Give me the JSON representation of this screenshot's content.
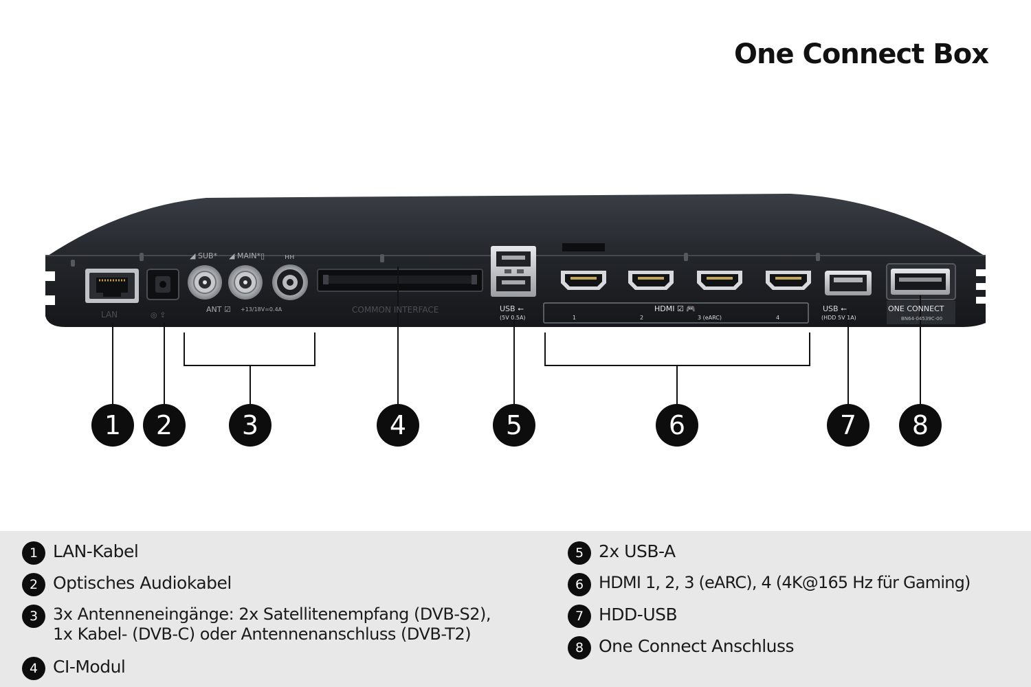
{
  "title": "One Connect Box",
  "device_labels": {
    "lan": "LAN",
    "sub": "SUB",
    "main": "MAIN",
    "ant": "ANT",
    "ant_power": "+13/18V=0.4A",
    "common_interface": "COMMON INTERFACE",
    "usb1": "USB",
    "usb1_spec": "(5V 0.5A)",
    "hdmi": "HDMI",
    "hdmi_port_1": "1",
    "hdmi_port_2": "2",
    "hdmi_port_3": "3 (eARC)",
    "hdmi_port_4": "4",
    "usb2": "USB",
    "usb2_spec": "(HDD 5V 1A)",
    "one_connect": "ONE CONNECT",
    "model_code": "BN64-04539C-00"
  },
  "callouts": [
    "1",
    "2",
    "3",
    "4",
    "5",
    "6",
    "7",
    "8"
  ],
  "legend": {
    "left": [
      {
        "num": "1",
        "text": "LAN-Kabel"
      },
      {
        "num": "2",
        "text": "Optisches Audiokabel"
      },
      {
        "num": "3",
        "text": "3x Antenneneingänge: 2x Satellitenempfang (DVB-S2),\n1x Kabel- (DVB-C) oder Antennenanschluss (DVB-T2)"
      },
      {
        "num": "4",
        "text": "CI-Modul"
      }
    ],
    "right": [
      {
        "num": "5",
        "text": "2x USB-A"
      },
      {
        "num": "6",
        "text": "HDMI 1, 2, 3 (eARC), 4 (4K@165 Hz für Gaming)"
      },
      {
        "num": "7",
        "text": "HDD-USB"
      },
      {
        "num": "8",
        "text": "One Connect Anschluss"
      }
    ]
  },
  "colors": {
    "device_body": "#1f2227",
    "device_top": "#2b2e34",
    "callout_bg": "#0d0d0d",
    "legend_bg": "#e8e8e8"
  }
}
